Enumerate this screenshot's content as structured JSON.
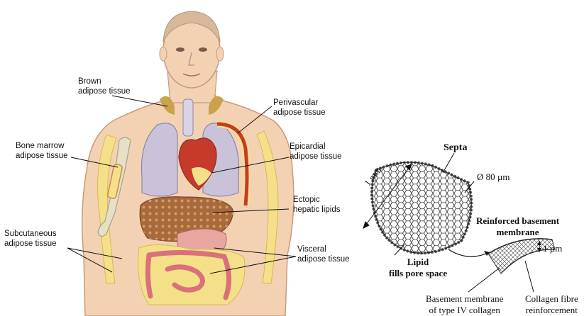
{
  "anatomy_labels": {
    "brown": [
      "Brown",
      "adipose tissue"
    ],
    "perivascular": [
      "Perivascular",
      "adipose tissue"
    ],
    "bone_marrow": [
      "Bone marrow",
      "adipose tissue"
    ],
    "epicardial": [
      "Epicardial",
      "adipose tissue"
    ],
    "ectopic": [
      "Ectopic",
      "hepatic lipids"
    ],
    "subcutaneous": [
      "Subcutaneous",
      "adipose tissue"
    ],
    "visceral": [
      "Visceral",
      "adipose tissue"
    ]
  },
  "scaffold_labels": {
    "septa": "Septa",
    "scale_length": "1 mm",
    "pore_diameter": "Ø 80 µm",
    "reinforced": [
      "Reinforced basement",
      "membrane"
    ],
    "membrane_thickness": "1 µm",
    "lipid": [
      "Lipid",
      "fills pore space"
    ],
    "basement": [
      "Basement membrane",
      "of type IV collagen"
    ],
    "collagen": [
      "Collagen fibre",
      "reinforcement"
    ]
  },
  "colors": {
    "skin": "#f3d2b4",
    "skin_outline": "#c89a7a",
    "fat": "#f5e08a",
    "liver": "#a9683e",
    "lungs": "#c9c2d9",
    "heart": "#c63a2c",
    "intestine": "#e79aa0",
    "stomach": "#e8a6a0",
    "bone": "#e6e0c8",
    "brown_fat": "#c9a24b",
    "hair": "#d8b89a"
  }
}
